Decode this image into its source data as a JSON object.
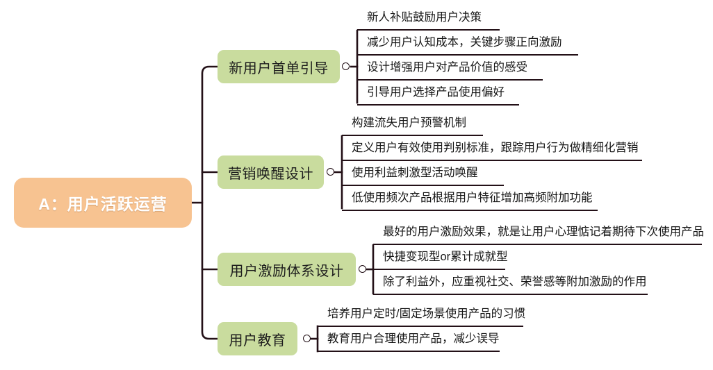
{
  "diagram": {
    "type": "mind-map",
    "colors": {
      "root_fill": "#f7c391",
      "root_text": "#ffffff",
      "branch_fill": "#c9dc9e",
      "branch_text": "#1d1d1d",
      "line": "#231017",
      "background": "#ffffff"
    },
    "root": {
      "label": "A：用户活跃运营"
    },
    "branches": [
      {
        "label": "新用户首单引导",
        "leaves": [
          "新人补贴鼓励用户决策",
          "减少用户认知成本，关键步骤正向激励",
          "设计增强用户对产品价值的感受",
          "引导用户选择产品使用偏好"
        ]
      },
      {
        "label": "营销唤醒设计",
        "leaves": [
          "构建流失用户预警机制",
          "定义用户有效使用判别标准，跟踪用户行为做精细化营销",
          "使用利益刺激型活动唤醒",
          "低使用频次产品根据用户特征增加高频附加功能"
        ]
      },
      {
        "label": "用户激励体系设计",
        "leaves": [
          "最好的用户激励效果，就是让用户心理惦记着期待下次使用产品",
          "快捷变现型or累计成就型",
          "除了利益外，应重视社交、荣誉感等附加激励的作用"
        ]
      },
      {
        "label": "用户教育",
        "leaves": [
          "培养用户定时/固定场景使用产品的习惯",
          "教育用户合理使用产品，减少误导"
        ]
      }
    ]
  }
}
